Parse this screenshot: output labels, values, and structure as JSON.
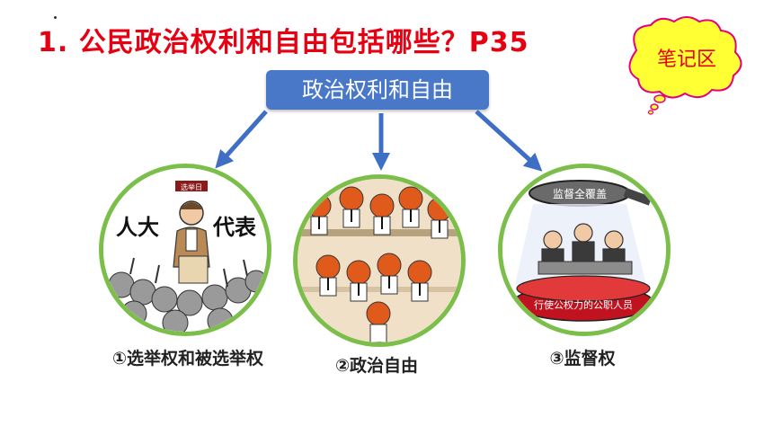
{
  "heading": "1. 公民政治权利和自由包括哪些？P35",
  "note_bubble": {
    "label": "笔记区"
  },
  "topic": "政治权利和自由",
  "items": [
    {
      "caption": "①选举权和被选举权",
      "sign_left": "人大",
      "sign_right": "代表",
      "banner": "选举日"
    },
    {
      "caption": "②政治自由"
    },
    {
      "caption": "③监督权",
      "magnifier_text": "监督全覆盖",
      "stage_text": "行使公权力的公职人员"
    }
  ],
  "colors": {
    "heading": "#e60012",
    "topic_bg": "#4a78c9",
    "circle_border": "#7bbf4a",
    "arrow": "#3f6fc4",
    "bubble_fill": "#ffff33",
    "bubble_stroke": "#e5007f"
  }
}
